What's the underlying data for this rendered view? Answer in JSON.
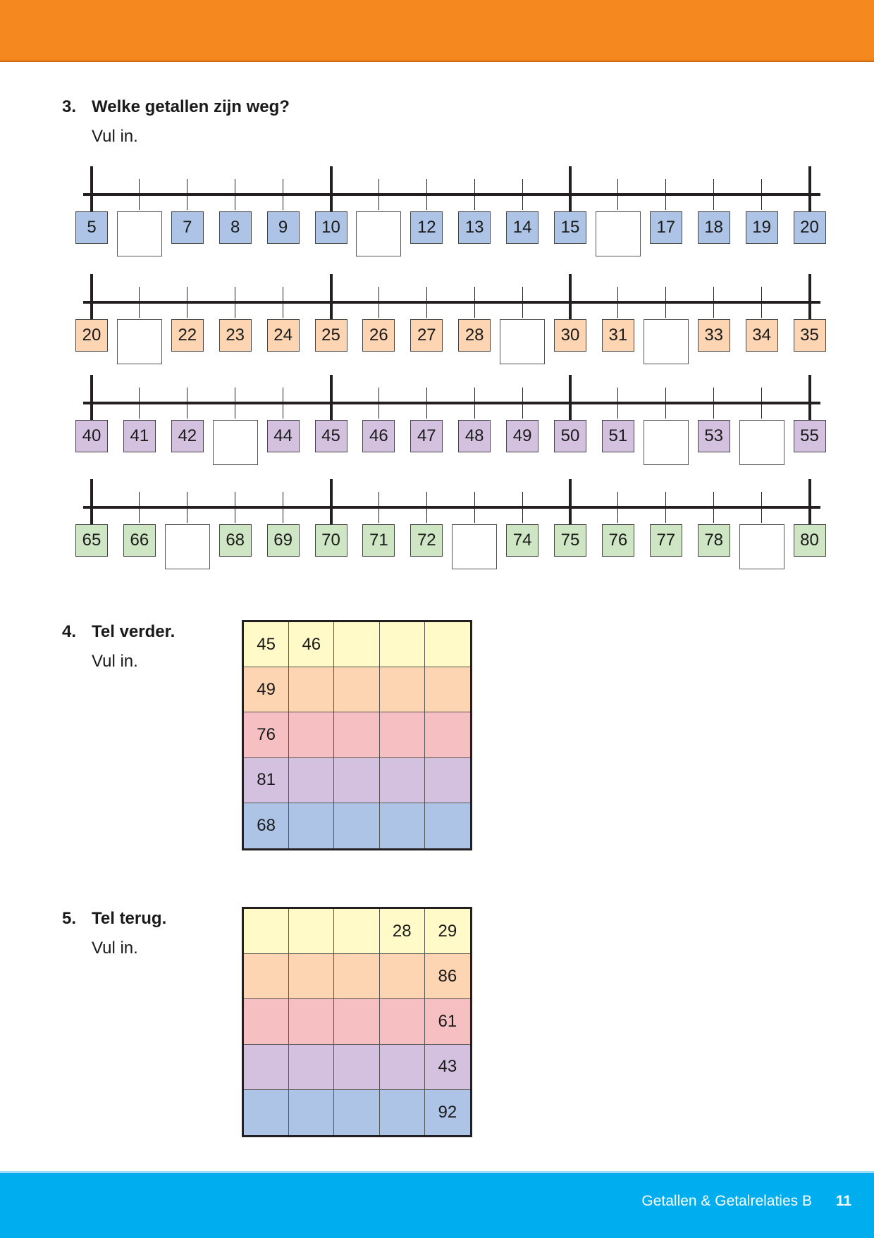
{
  "footer": {
    "title": "Getallen & Getalrelaties B",
    "page": "11"
  },
  "colors": {
    "top_band": "#f68820",
    "bottom_band": "#00aeef",
    "blue": "#aec4e6",
    "orange": "#fdd5b2",
    "purple": "#d4c1e0",
    "green": "#cfe6c4",
    "yellow": "#fffac7",
    "pink": "#f6c0c3"
  },
  "q3": {
    "number": "3.",
    "title": "Welke getallen zijn weg?",
    "subtitle": "Vul in.",
    "lines": [
      {
        "color": "blue",
        "cells": [
          "5",
          "",
          "7",
          "8",
          "9",
          "10",
          "",
          "12",
          "13",
          "14",
          "15",
          "",
          "17",
          "18",
          "19",
          "20"
        ]
      },
      {
        "color": "orange",
        "cells": [
          "20",
          "",
          "22",
          "23",
          "24",
          "25",
          "26",
          "27",
          "28",
          "",
          "30",
          "31",
          "",
          "33",
          "34",
          "35"
        ]
      },
      {
        "color": "purple",
        "cells": [
          "40",
          "41",
          "42",
          "",
          "44",
          "45",
          "46",
          "47",
          "48",
          "49",
          "50",
          "51",
          "",
          "53",
          "",
          "55"
        ]
      },
      {
        "color": "green",
        "cells": [
          "65",
          "66",
          "",
          "68",
          "69",
          "70",
          "71",
          "72",
          "",
          "74",
          "75",
          "76",
          "77",
          "78",
          "",
          "80"
        ]
      }
    ]
  },
  "q4": {
    "number": "4.",
    "title": "Tel verder.",
    "subtitle": "Vul in.",
    "rows": [
      {
        "color": "yellow",
        "cells": [
          "45",
          "46",
          "",
          "",
          ""
        ]
      },
      {
        "color": "orange",
        "cells": [
          "49",
          "",
          "",
          "",
          ""
        ]
      },
      {
        "color": "pink",
        "cells": [
          "76",
          "",
          "",
          "",
          ""
        ]
      },
      {
        "color": "purple",
        "cells": [
          "81",
          "",
          "",
          "",
          ""
        ]
      },
      {
        "color": "blue",
        "cells": [
          "68",
          "",
          "",
          "",
          ""
        ]
      }
    ]
  },
  "q5": {
    "number": "5.",
    "title": "Tel terug.",
    "subtitle": "Vul in.",
    "rows": [
      {
        "color": "yellow",
        "cells": [
          "",
          "",
          "",
          "28",
          "29"
        ]
      },
      {
        "color": "orange",
        "cells": [
          "",
          "",
          "",
          "",
          "86"
        ]
      },
      {
        "color": "pink",
        "cells": [
          "",
          "",
          "",
          "",
          "61"
        ]
      },
      {
        "color": "purple",
        "cells": [
          "",
          "",
          "",
          "",
          "43"
        ]
      },
      {
        "color": "blue",
        "cells": [
          "",
          "",
          "",
          "",
          "92"
        ]
      }
    ]
  }
}
